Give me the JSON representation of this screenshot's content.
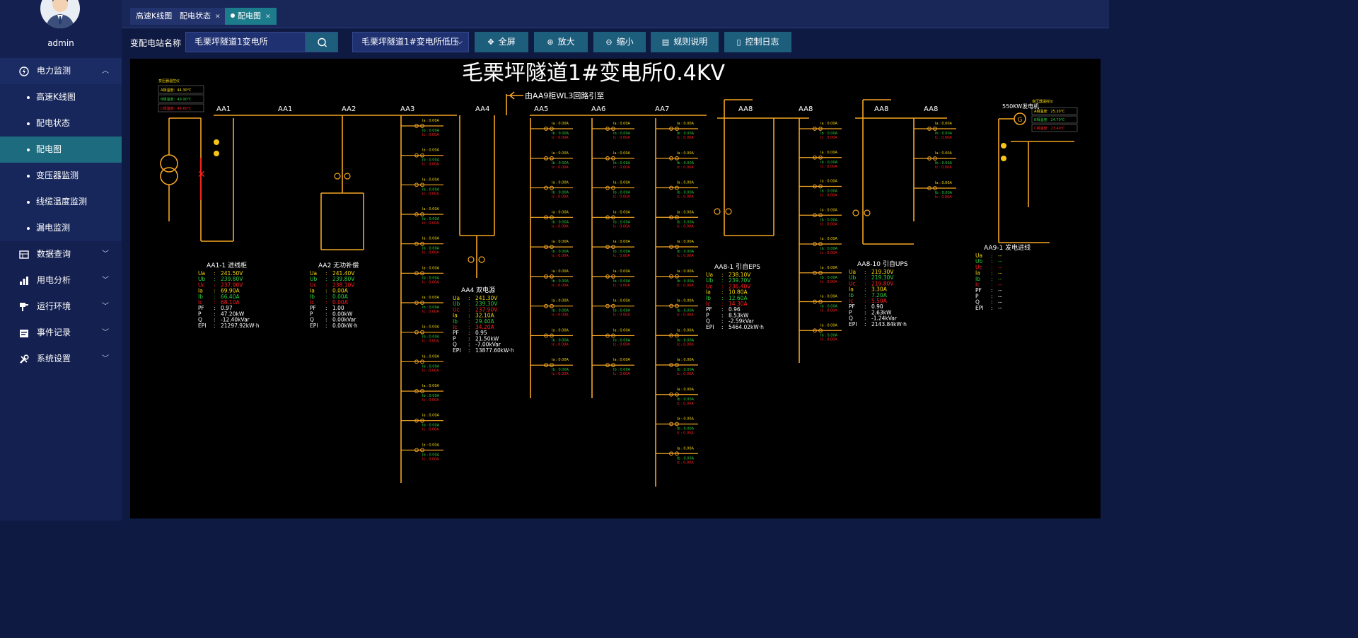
{
  "user": {
    "name": "admin"
  },
  "sidebar": {
    "items": [
      {
        "label": "电力监测",
        "icon": "power-monitor-icon",
        "open": true,
        "children": [
          "高速K线图",
          "配电状态",
          "配电图",
          "变压器监测",
          "线缆温度监测",
          "漏电监测"
        ]
      },
      {
        "label": "数据查询",
        "icon": "data-query-icon"
      },
      {
        "label": "用电分析",
        "icon": "analysis-chart-icon"
      },
      {
        "label": "运行环境",
        "icon": "environment-icon"
      },
      {
        "label": "事件记录",
        "icon": "event-log-icon"
      },
      {
        "label": "系统设置",
        "icon": "settings-tools-icon"
      }
    ],
    "active_child": "配电图"
  },
  "tabs": [
    {
      "label": "高速K线图",
      "closable": false
    },
    {
      "label": "配电状态",
      "closable": true
    },
    {
      "label": "配电图",
      "closable": true,
      "active": true
    }
  ],
  "toolbar": {
    "station_label": "变配电站名称",
    "station_value": "毛栗坪隧道1变电所",
    "select_value": "毛栗坪隧道1#变电所低压",
    "buttons": [
      "全屏",
      "放大",
      "缩小",
      "规则说明",
      "控制日志"
    ]
  },
  "diagram": {
    "title": "毛栗坪隧道1#变电所0.4KV",
    "feed_note": "由AA9柜WL3回路引至",
    "cabinets": [
      "AA1",
      "AA1",
      "AA2",
      "AA3",
      "AA4",
      "AA5",
      "AA6",
      "AA7",
      "AA8",
      "AA8",
      "AA8",
      "AA8"
    ],
    "transformer_temp": {
      "title": "变压器温控仪",
      "rows": [
        "A相温度：44.30℃",
        "B相温度：49.90℃",
        "C相温度：49.60℃"
      ]
    },
    "generator_temp": {
      "title": "变压器温控仪",
      "rows": [
        "A相温度：25.20℃",
        "B相温度：24.70℃",
        "C相温度：23.40℃"
      ],
      "label": "550KW发电机"
    },
    "panels": [
      {
        "name": "AA1-1 进线柜",
        "rows": [
          [
            "Ua",
            "241.50V"
          ],
          [
            "Ub",
            "239.80V"
          ],
          [
            "Uc",
            "237.90V"
          ],
          [
            "Ia",
            "69.90A"
          ],
          [
            "Ib",
            "66.40A"
          ],
          [
            "Ic",
            "68.10A"
          ],
          [
            "PF",
            "0.97"
          ],
          [
            "P",
            "47.20kW"
          ],
          [
            "Q",
            "-12.40kVar"
          ],
          [
            "EPI",
            "21297.92kW·h"
          ]
        ]
      },
      {
        "name": "AA2 无功补偿",
        "rows": [
          [
            "Ua",
            "241.40V"
          ],
          [
            "Ub",
            "239.80V"
          ],
          [
            "Uc",
            "238.10V"
          ],
          [
            "Ia",
            "0.00A"
          ],
          [
            "Ib",
            "0.00A"
          ],
          [
            "Ic",
            "0.00A"
          ],
          [
            "PF",
            "1.00"
          ],
          [
            "P",
            "0.00kW"
          ],
          [
            "Q",
            "0.00kVar"
          ],
          [
            "EPI",
            "0.00kW·h"
          ]
        ]
      },
      {
        "name": "AA4 双电源",
        "rows": [
          [
            "Ua",
            "241.30V"
          ],
          [
            "Ub",
            "239.30V"
          ],
          [
            "Uc",
            "237.90V"
          ],
          [
            "Ia",
            "32.10A"
          ],
          [
            "Ib",
            "29.40A"
          ],
          [
            "Ic",
            "34.20A"
          ],
          [
            "PF",
            "0.95"
          ],
          [
            "P",
            "21.50kW"
          ],
          [
            "Q",
            "-7.00kVar"
          ],
          [
            "EPI",
            "13877.60kW·h"
          ]
        ]
      },
      {
        "name": "AA8-1 引自EPS",
        "rows": [
          [
            "Ua",
            "238.10V"
          ],
          [
            "Ub",
            "239.70V"
          ],
          [
            "Uc",
            "236.40V"
          ],
          [
            "Ia",
            "10.80A"
          ],
          [
            "Ib",
            "12.60A"
          ],
          [
            "Ic",
            "14.30A"
          ],
          [
            "PF",
            "0.96"
          ],
          [
            "P",
            "8.53kW"
          ],
          [
            "Q",
            "-2.59kVar"
          ],
          [
            "EPI",
            "5464.02kW·h"
          ]
        ]
      },
      {
        "name": "AA8-10 引自UPS",
        "rows": [
          [
            "Ua",
            "219.30V"
          ],
          [
            "Ub",
            "219.30V"
          ],
          [
            "Uc",
            "219.80V"
          ],
          [
            "Ia",
            "3.30A"
          ],
          [
            "Ib",
            "7.20A"
          ],
          [
            "Ic",
            "5.50A"
          ],
          [
            "PF",
            "0.90"
          ],
          [
            "P",
            "2.63kW"
          ],
          [
            "Q",
            "-1.24kVar"
          ],
          [
            "EPI",
            "2143.84kW·h"
          ]
        ]
      },
      {
        "name": "AA9-1 发电进线",
        "rows": [
          [
            "Ua",
            "--"
          ],
          [
            "Ub",
            "--"
          ],
          [
            "Uc",
            "--"
          ],
          [
            "Ia",
            "--"
          ],
          [
            "Ib",
            "--"
          ],
          [
            "Ic",
            "--"
          ],
          [
            "PF",
            "--"
          ],
          [
            "P",
            "--"
          ],
          [
            "Q",
            "--"
          ],
          [
            "EPI",
            "--"
          ]
        ]
      }
    ],
    "colors": {
      "bus": "#f5a623",
      "va": "#f5d90a",
      "vb": "#2ecc40",
      "vc": "#ff2020",
      "label": "#ffffff"
    }
  }
}
